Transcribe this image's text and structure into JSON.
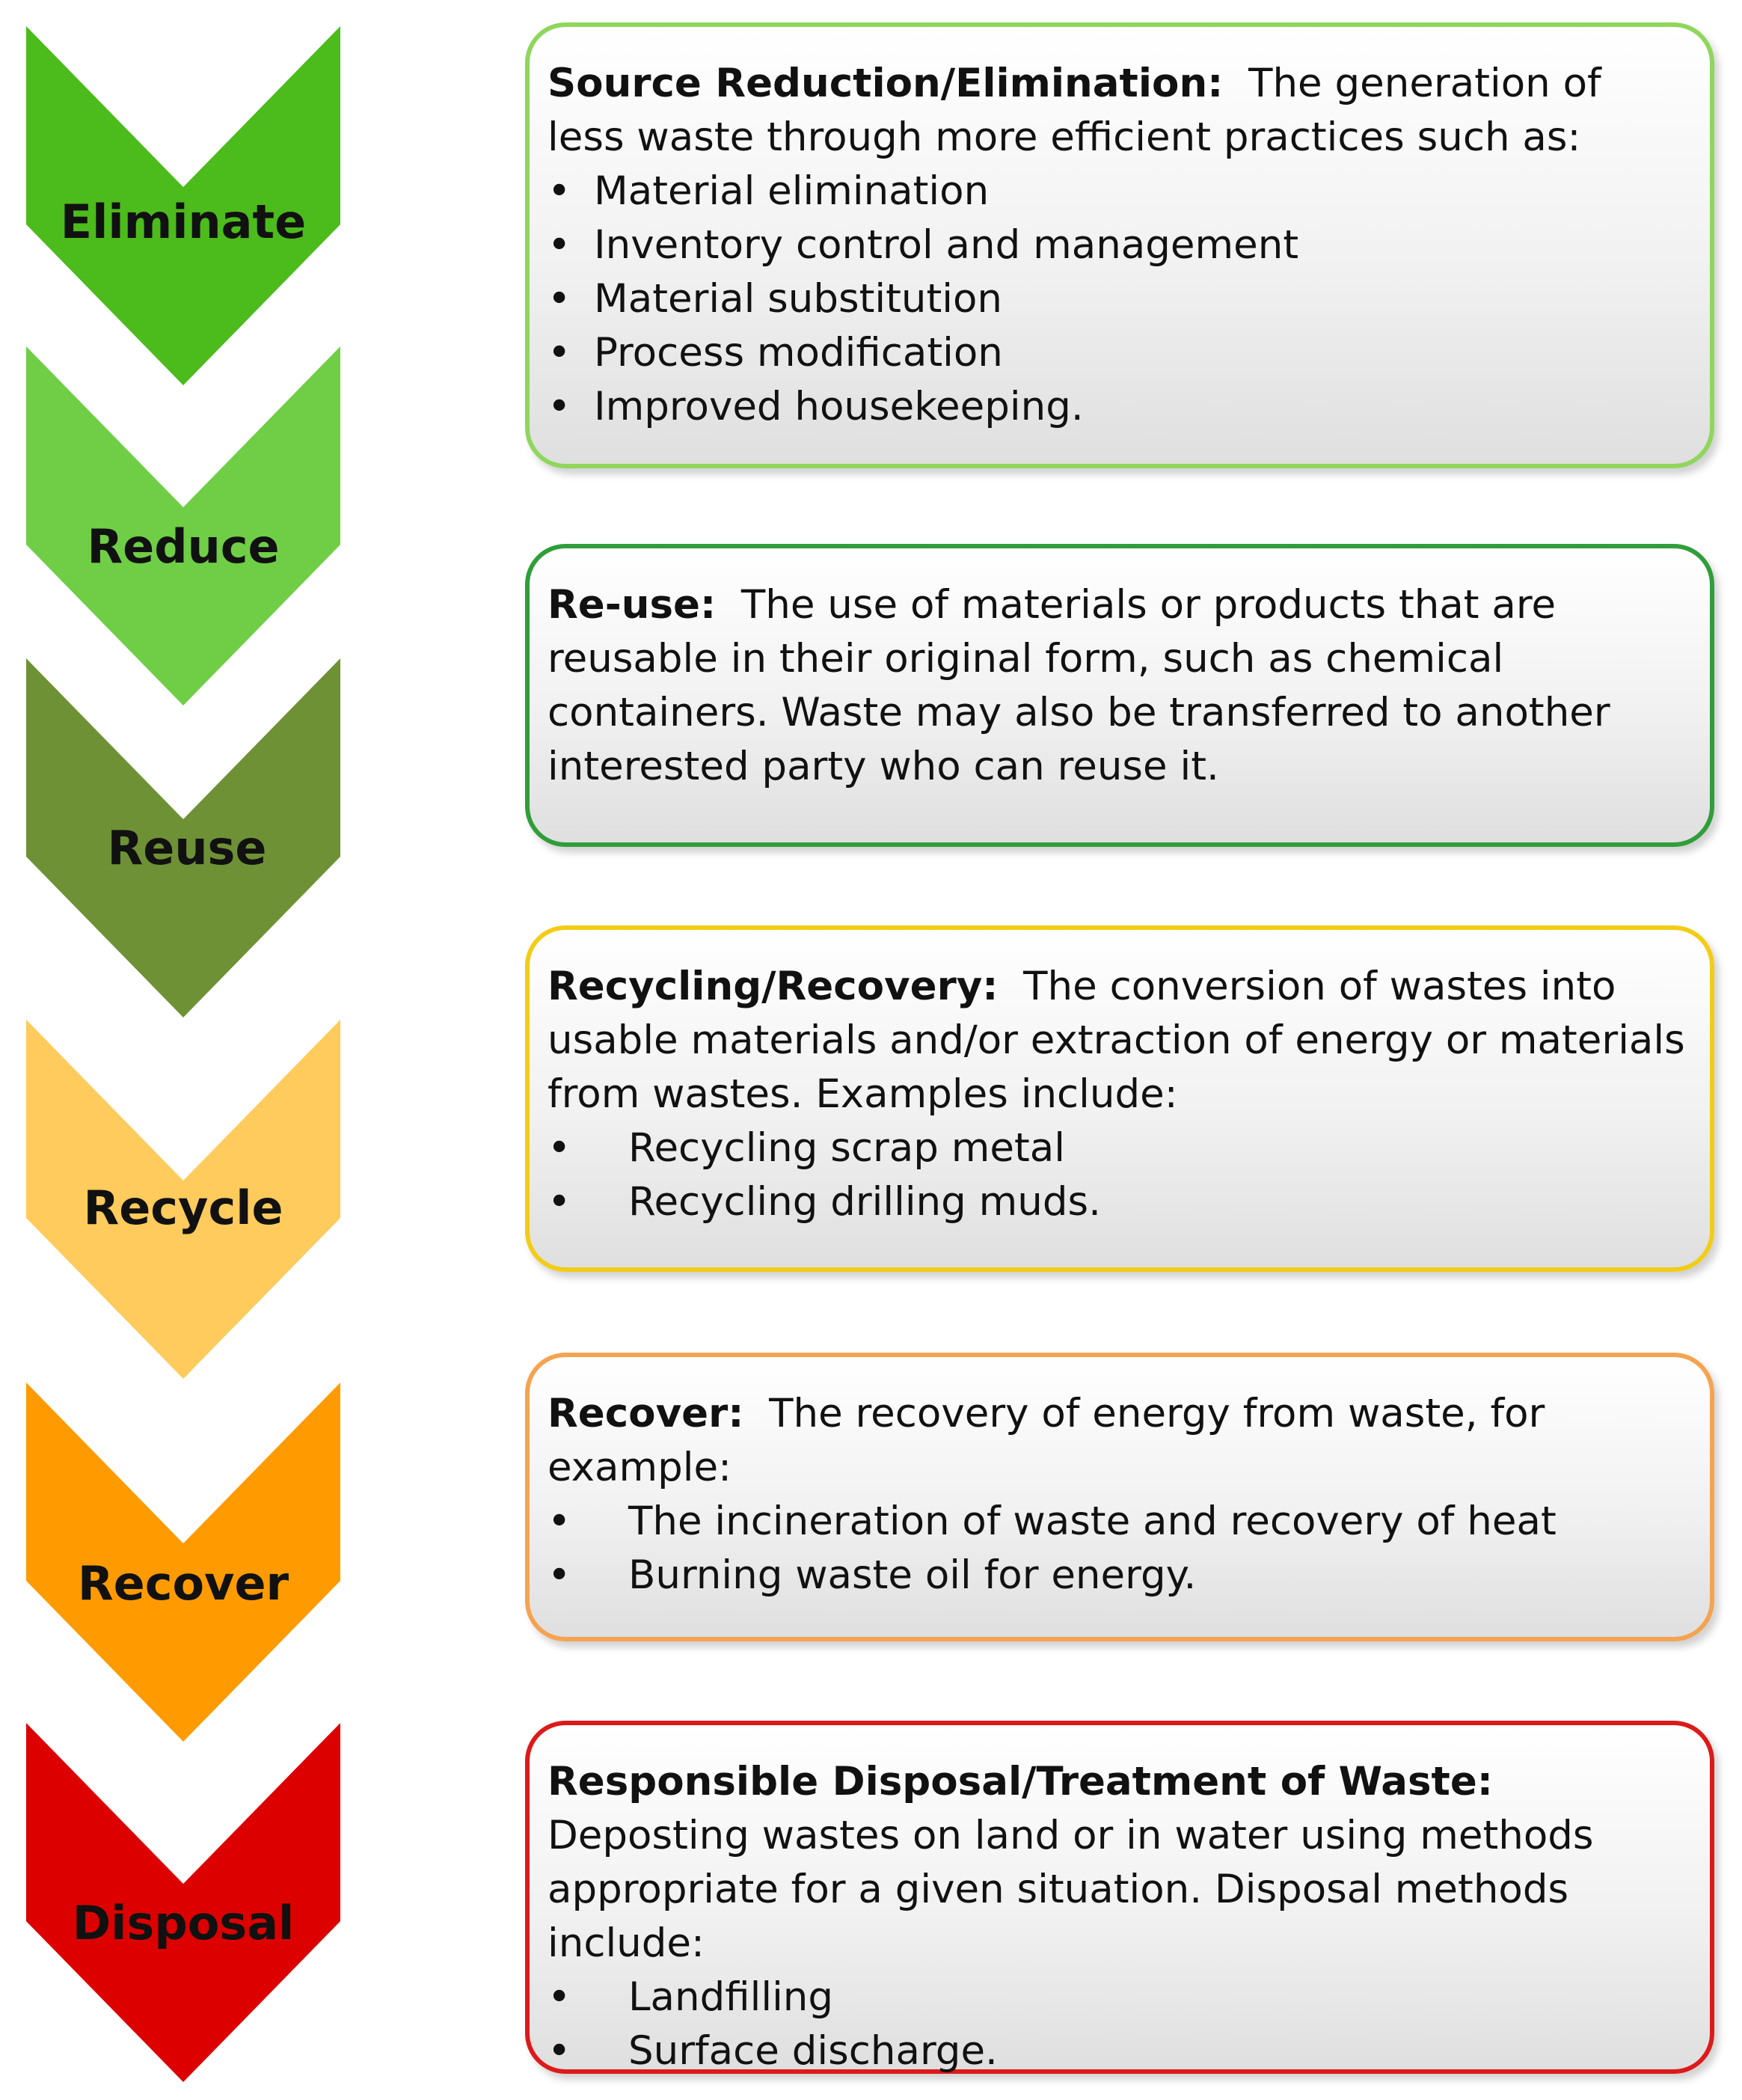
{
  "colors": {
    "eliminate": "#4cbb1c",
    "reduce": "#6fce46",
    "reuse": "#6e9135",
    "recycle": "#ffcb5c",
    "recover": "#ff9b00",
    "disposal": "#dd0000"
  },
  "chevrons": [
    {
      "label": "Eliminate",
      "color": "#4cbb1c"
    },
    {
      "label": "Reduce",
      "color": "#6fce46"
    },
    {
      "label": "Reuse",
      "color": "#6e9135"
    },
    {
      "label": "Recycle",
      "color": "#ffcb5c"
    },
    {
      "label": "Recover",
      "color": "#ff9b00"
    },
    {
      "label": "Disposal",
      "color": "#dd0000"
    }
  ],
  "boxes": [
    {
      "border": "#8fd65c",
      "heading": "Source Reduction/Elimination:",
      "text": "The generation of less waste through more efficient practices such as:",
      "bullets": [
        "Material elimination",
        "Inventory control and management",
        "Material substitution",
        "Process modification",
        "Improved housekeeping."
      ]
    },
    {
      "border": "#2f9e3a",
      "heading": "Re-use:",
      "text": "The use of materials or products that are reusable in their original form, such as chemical containers.  Waste may also be transferred to another interested party who can reuse it.",
      "bullets": []
    },
    {
      "border": "#f2cc17",
      "heading": "Recycling/Recovery:",
      "text": "The conversion of wastes into usable materials and/or extraction of energy or materials from wastes.  Examples include:",
      "bullets": [
        "Recycling scrap metal",
        "Recycling drilling muds."
      ]
    },
    {
      "border": "#f5a351",
      "heading": "Recover:",
      "text": "The recovery of energy from waste, for example:",
      "bullets": [
        "The incineration of waste and recovery of heat",
        "Burning waste oil for energy."
      ]
    },
    {
      "border": "#dd1a1a",
      "heading": "Responsible Disposal/Treatment of Waste:",
      "text": "Deposting wastes on land or in water using methods appropriate for a given situation.  Disposal methods include:",
      "bullets": [
        "Landfilling",
        "Surface discharge."
      ]
    }
  ]
}
